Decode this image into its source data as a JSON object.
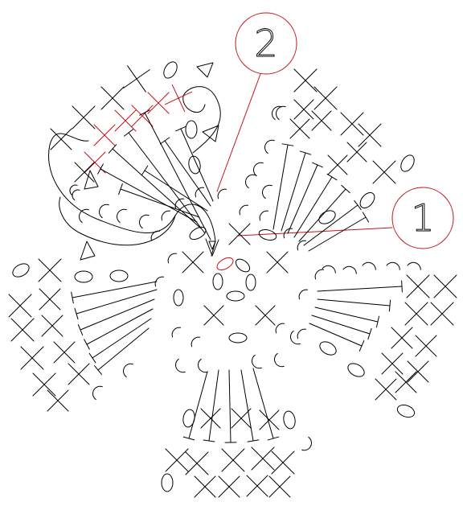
{
  "diagram": {
    "callouts": [
      {
        "id": "callout-1",
        "label": "1"
      },
      {
        "id": "callout-2",
        "label": "2"
      }
    ],
    "colors": {
      "line": "#000000",
      "highlight": "#c0141c",
      "background": "#ffffff"
    },
    "symbols": [
      "chain-oval",
      "single-crochet-x",
      "double-crochet-t",
      "slip-stitch-arc",
      "start-triangle"
    ]
  }
}
